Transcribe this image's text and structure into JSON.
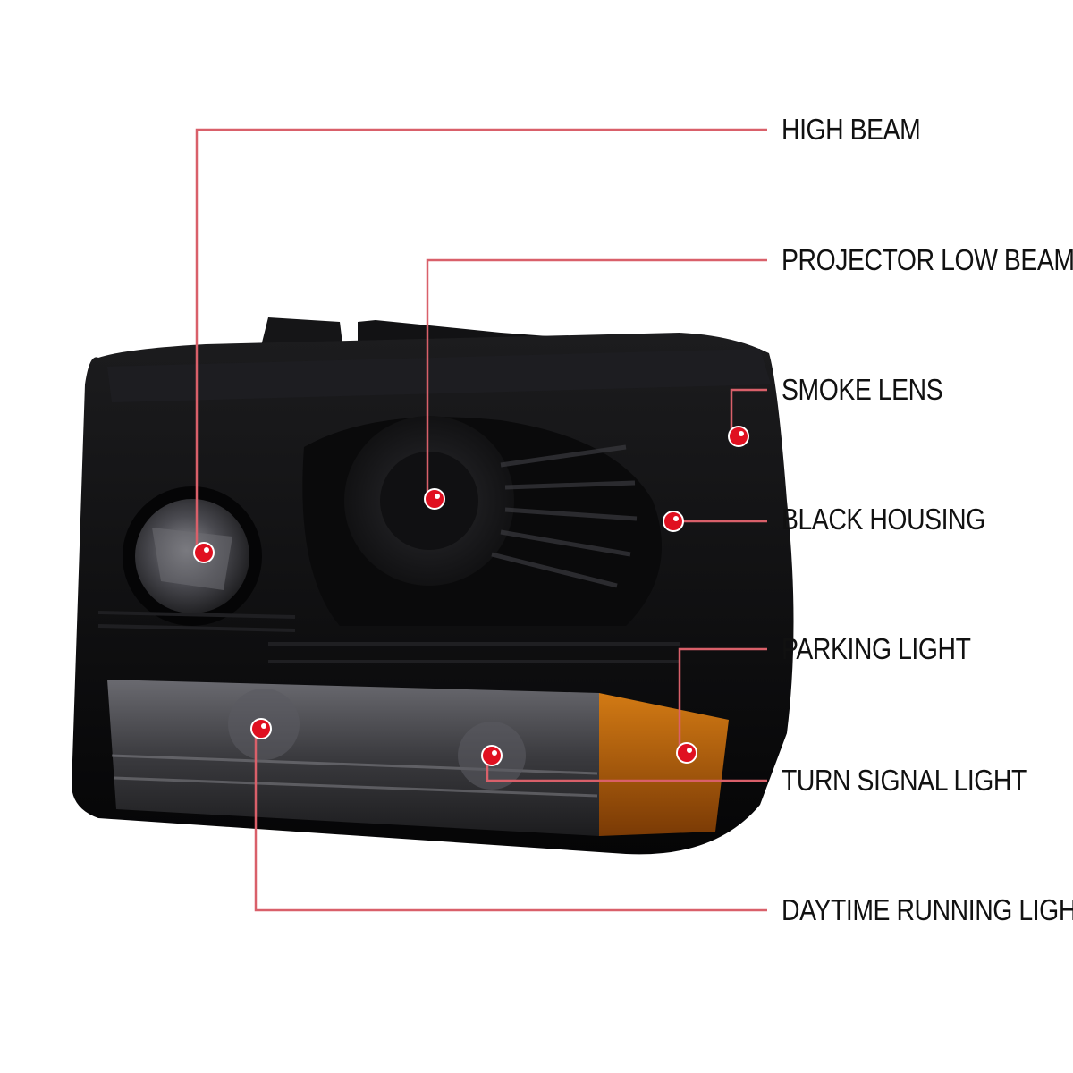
{
  "colors": {
    "background": "#ffffff",
    "leader_line": "#d9606a",
    "marker_fill": "#e01020",
    "marker_ring": "#ffffff",
    "housing": "#0b0b0c",
    "lens_smoke": "#2a2a2e",
    "amber": "#b8620a",
    "label_text": "#111111"
  },
  "callouts": [
    {
      "id": "high-beam",
      "label": "HIGH BEAM"
    },
    {
      "id": "projector-low-beam",
      "label": "PROJECTOR LOW BEAM"
    },
    {
      "id": "smoke-lens",
      "label": "SMOKE LENS"
    },
    {
      "id": "black-housing",
      "label": "BLACK HOUSING"
    },
    {
      "id": "parking-light",
      "label": "PARKING LIGHT"
    },
    {
      "id": "turn-signal-light",
      "label": "TURN SIGNAL LIGHT"
    },
    {
      "id": "daytime-running-light",
      "label": "DAYTIME RUNNING LIGHT"
    }
  ]
}
